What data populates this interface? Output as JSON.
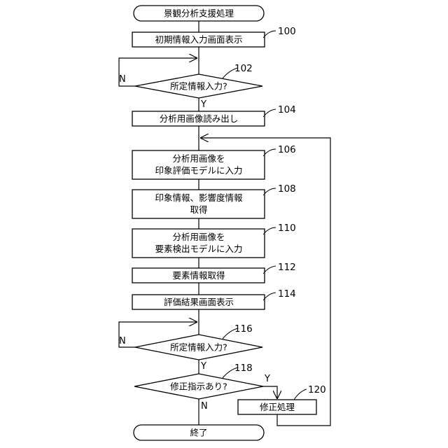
{
  "nodes": {
    "start": {
      "label": "景観分析支援処理"
    },
    "s100": {
      "label": "初期情報入力画面表示",
      "ref": "100"
    },
    "d102": {
      "label": "所定情報入力?",
      "ref": "102"
    },
    "s104": {
      "label": "分析用画像読み出し",
      "ref": "104"
    },
    "s106": {
      "line1": "分析用画像を",
      "line2": "印象評価モデルに入力",
      "ref": "106"
    },
    "s108": {
      "line1": "印象情報、影響度情報",
      "line2": "取得",
      "ref": "108"
    },
    "s110": {
      "line1": "分析用画像を",
      "line2": "要素検出モデルに入力",
      "ref": "110"
    },
    "s112": {
      "label": "要素情報取得",
      "ref": "112"
    },
    "s114": {
      "label": "評価結果画面表示",
      "ref": "114"
    },
    "d116": {
      "label": "所定情報入力?",
      "ref": "116"
    },
    "d118": {
      "label": "修正指示あり?",
      "ref": "118"
    },
    "s120": {
      "label": "修正処理",
      "ref": "120"
    },
    "end": {
      "label": "終了"
    }
  },
  "branches": {
    "d102_no": "N",
    "d102_yes": "Y",
    "d116_no": "N",
    "d116_yes": "Y",
    "d118_yes": "Y",
    "d118_no": "N"
  }
}
